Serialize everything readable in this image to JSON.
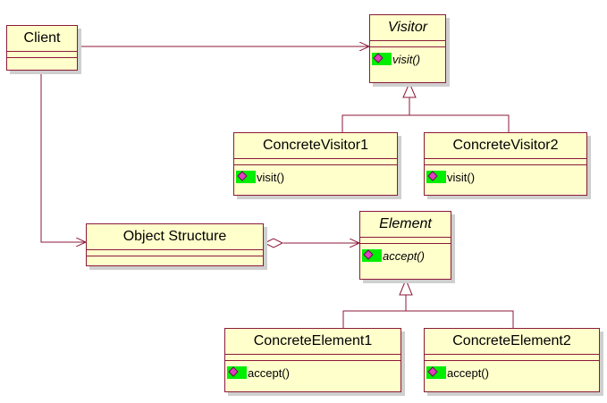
{
  "diagram": {
    "classes": {
      "client": {
        "name": "Client"
      },
      "visitor": {
        "name": "Visitor",
        "operation": "visit()"
      },
      "concrete_visitor_1": {
        "name": "ConcreteVisitor1",
        "operation": "visit()"
      },
      "concrete_visitor_2": {
        "name": "ConcreteVisitor2",
        "operation": "visit()"
      },
      "object_structure": {
        "name": "Object Structure"
      },
      "element": {
        "name": "Element",
        "operation": "accept()"
      },
      "concrete_element_1": {
        "name": "ConcreteElement1",
        "operation": "accept()"
      },
      "concrete_element_2": {
        "name": "ConcreteElement2",
        "operation": "accept()"
      }
    },
    "colors": {
      "class_fill": "#ffffcc",
      "class_border": "#8b1a3a",
      "operation_icon_green": "#00ee00",
      "operation_icon_pink": "#e040c0"
    },
    "icons": [
      "operation-icon"
    ]
  }
}
